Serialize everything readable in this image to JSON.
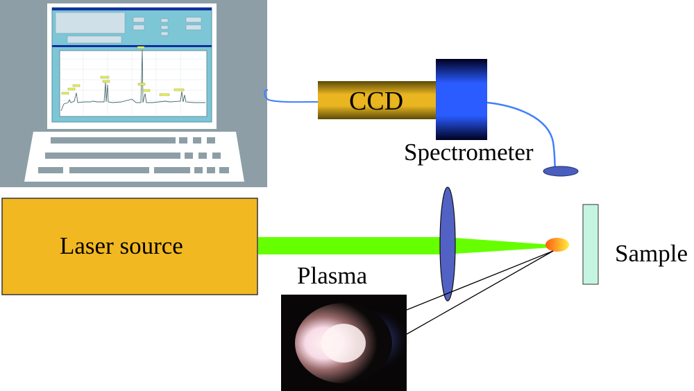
{
  "labels": {
    "ccd": "CCD",
    "spectrometer": "Spectrometer",
    "laser_source": "Laser source",
    "plasma": "Plasma",
    "sample": "Sample"
  },
  "colors": {
    "computer_bg": "#8d9ea6",
    "screen": "#7cc6d6",
    "ccd": "#e9b520",
    "spectrometer": "#2a5cff",
    "laser_box": "#f2b822",
    "beam": "#66ff00",
    "lens": "#5262c4",
    "sample": "#c6f4e2",
    "fiber": "#3f7fff"
  }
}
